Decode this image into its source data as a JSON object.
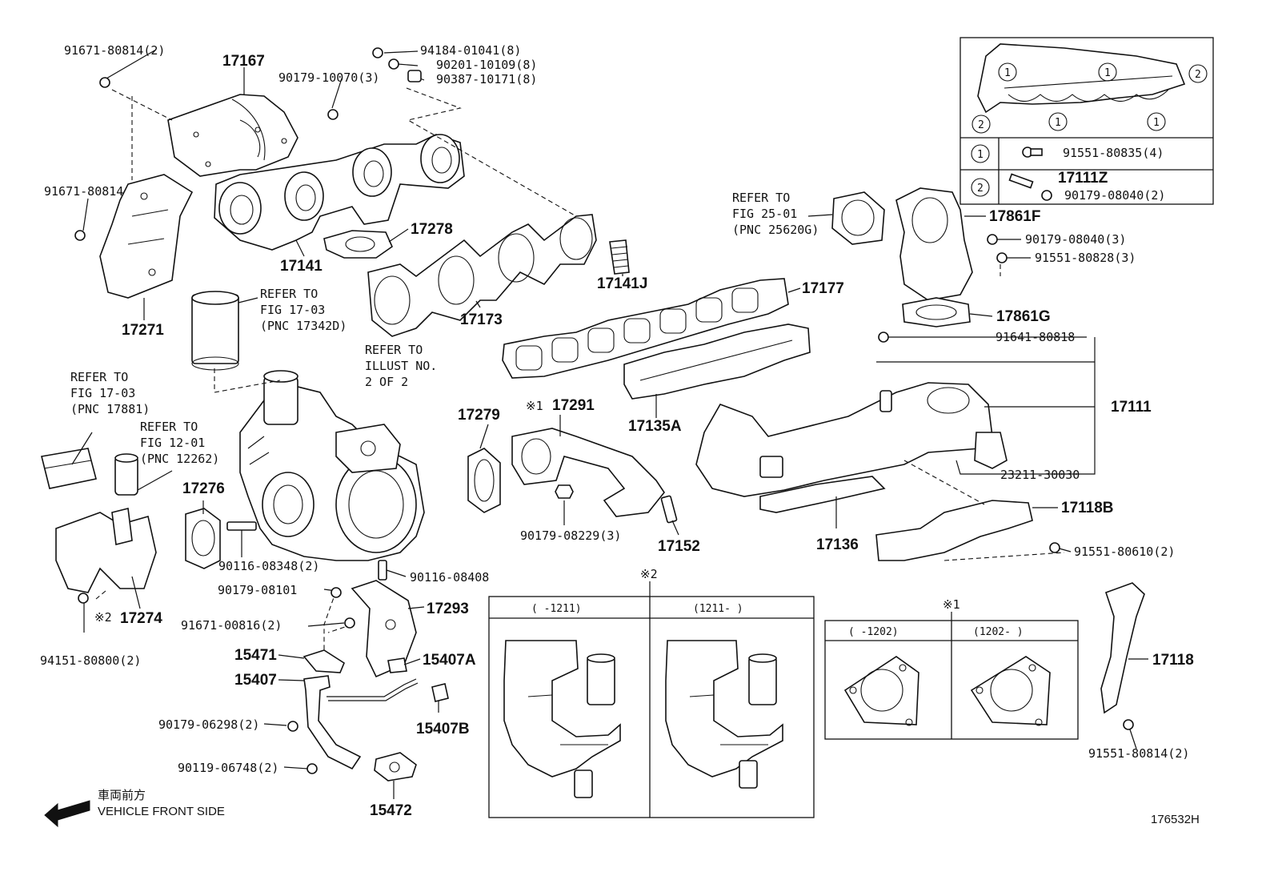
{
  "figure_code": "176532H",
  "front_side": {
    "jp": "車両前方",
    "en": "VEHICLE FRONT SIDE"
  },
  "parts": {
    "p91671_80814_2": "91671-80814(2)",
    "p17167": "17167",
    "p90179_10070": "90179-10070(3)",
    "p94184": "94184-01041(8)",
    "p90201": "90201-10109(8)",
    "p90387": "90387-10171(8)",
    "p91671_80814": "91671-80814",
    "p17278": "17278",
    "p17141": "17141",
    "p17141J": "17141J",
    "p17173": "17173",
    "p17271": "17271",
    "p17177": "17177",
    "p17135A": "17135A",
    "p17861F": "17861F",
    "p90179_08040_3": "90179-08040(3)",
    "p91551_80828": "91551-80828(3)",
    "p17861G": "17861G",
    "p91641": "91641-80818",
    "p17111": "17111",
    "p23211": "23211-30030",
    "p17118B": "17118B",
    "p17136": "17136",
    "p91551_80610": "91551-80610(2)",
    "p17118": "17118",
    "p91551_80814": "91551-80814(2)",
    "p17279": "17279",
    "p17291": "17291",
    "p90179_08229": "90179-08229(3)",
    "p17152": "17152",
    "p17276": "17276",
    "p90116_08348": "90116-08348(2)",
    "p90116_08408": "90116-08408",
    "p90179_08101": "90179-08101",
    "p17293": "17293",
    "p91671_00816": "91671-00816(2)",
    "p15471": "15471",
    "p15407A": "15407A",
    "p15407": "15407",
    "p15407B": "15407B",
    "p90179_06298": "90179-06298(2)",
    "p90119_06748": "90119-06748(2)",
    "p15472": "15472",
    "p17274": "17274",
    "p94151": "94151-80800(2)"
  },
  "notes": {
    "mark1": "※1",
    "mark2": "※2",
    "ref1703_a": {
      "l1": "REFER TO",
      "l2": "FIG 17-03",
      "l3": "(PNC 17342D)"
    },
    "ref1703_b": {
      "l1": "REFER TO",
      "l2": "FIG 17-03",
      "l3": "(PNC 17881)"
    },
    "ref1201": {
      "l1": "REFER TO",
      "l2": "FIG 12-01",
      "l3": "(PNC 12262)"
    },
    "ref2501": {
      "l1": "REFER TO",
      "l2": "FIG 25-01",
      "l3": "(PNC 25620G)"
    },
    "refIllust": {
      "l1": "REFER TO",
      "l2": "ILLUST NO.",
      "l3": "2 OF 2"
    }
  },
  "inset": {
    "circle1": "1",
    "circle2": "2",
    "row1_part": "91551-80835(4)",
    "row2_part_a": "17111Z",
    "row2_part_b": "90179-08040(2)"
  },
  "variant_2": {
    "left": "(    -1211)",
    "right": "(1211-    )"
  },
  "variant_1": {
    "left": "(    -1202)",
    "right": "(1202-    )"
  }
}
